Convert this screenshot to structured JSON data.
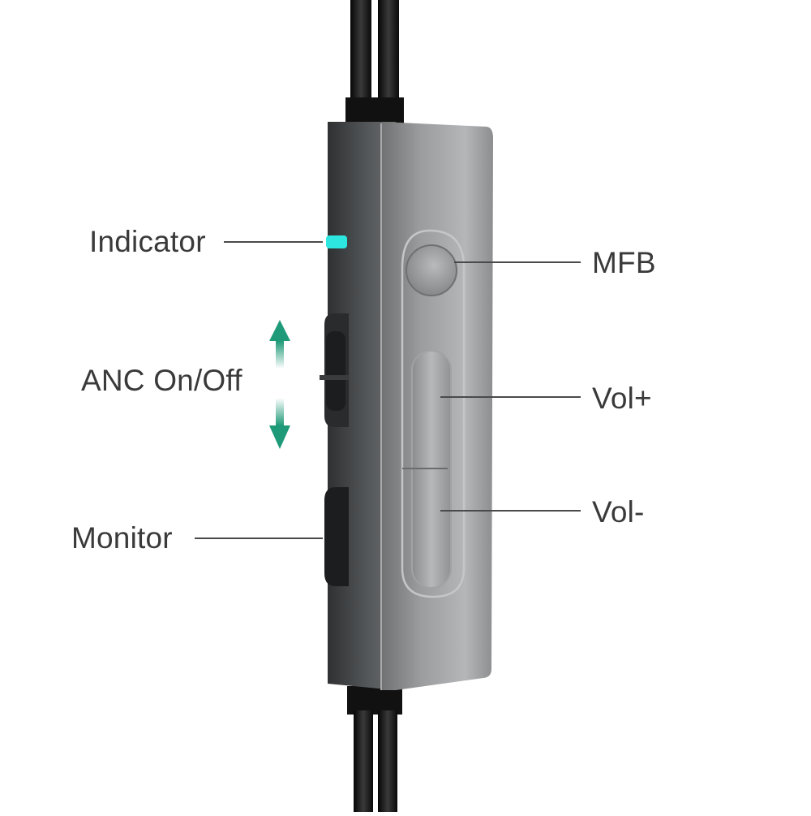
{
  "labels": {
    "indicator": "Indicator",
    "anc": "ANC On/Off",
    "monitor": "Monitor",
    "mfb": "MFB",
    "vol_up": "Vol+",
    "vol_down": "Vol-"
  },
  "colors": {
    "indicator_led": "#2ee6e0",
    "arrow": "#1f9a78",
    "text": "#3a3a3a",
    "leader_line": "#4a4a4a",
    "body": "#8a8c8e",
    "cable": "#1a1a1a"
  }
}
